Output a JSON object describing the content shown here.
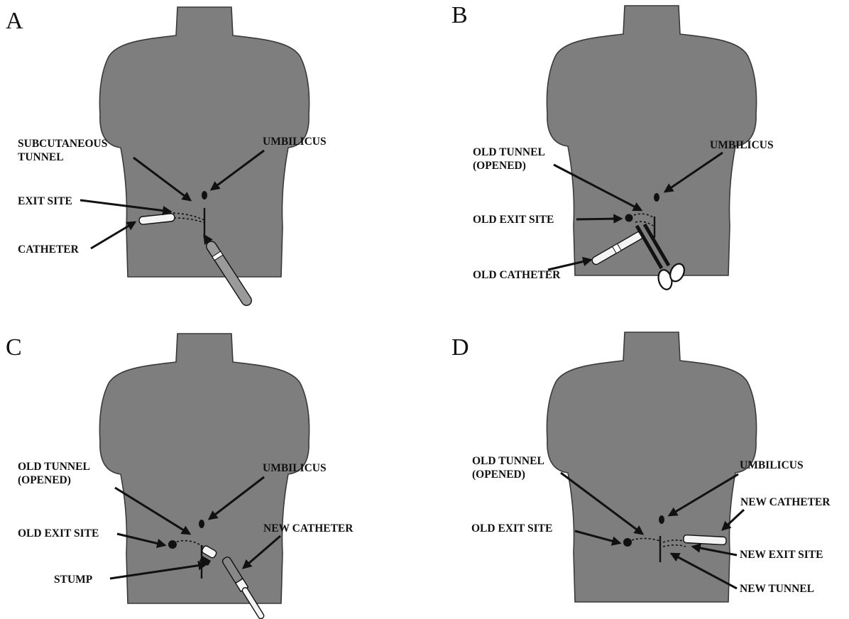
{
  "panels": [
    {
      "letter": "A",
      "labels": {
        "tunnel_line1": "SUBCUTANEOUS",
        "tunnel_line2": "TUNNEL",
        "exit_site": "EXIT SITE",
        "catheter": "CATHETER",
        "umbilicus": "UMBILICUS"
      }
    },
    {
      "letter": "B",
      "labels": {
        "tunnel_line1": "OLD TUNNEL",
        "tunnel_line2": "(OPENED)",
        "exit_site": "OLD EXIT SITE",
        "catheter": "OLD CATHETER",
        "umbilicus": "UMBILICUS"
      }
    },
    {
      "letter": "C",
      "labels": {
        "tunnel_line1": "OLD TUNNEL",
        "tunnel_line2": "(OPENED)",
        "exit_site": "OLD EXIT SITE",
        "stump": "STUMP",
        "umbilicus": "UMBILICUS",
        "new_catheter": "NEW CATHETER"
      }
    },
    {
      "letter": "D",
      "labels": {
        "tunnel_line1": "OLD TUNNEL",
        "tunnel_line2": "(OPENED)",
        "exit_site": "OLD EXIT SITE",
        "umbilicus": "UMBILICUS",
        "new_catheter": "NEW CATHETER",
        "new_exit_site": "NEW EXIT SITE",
        "new_tunnel": "NEW TUNNEL"
      }
    }
  ]
}
